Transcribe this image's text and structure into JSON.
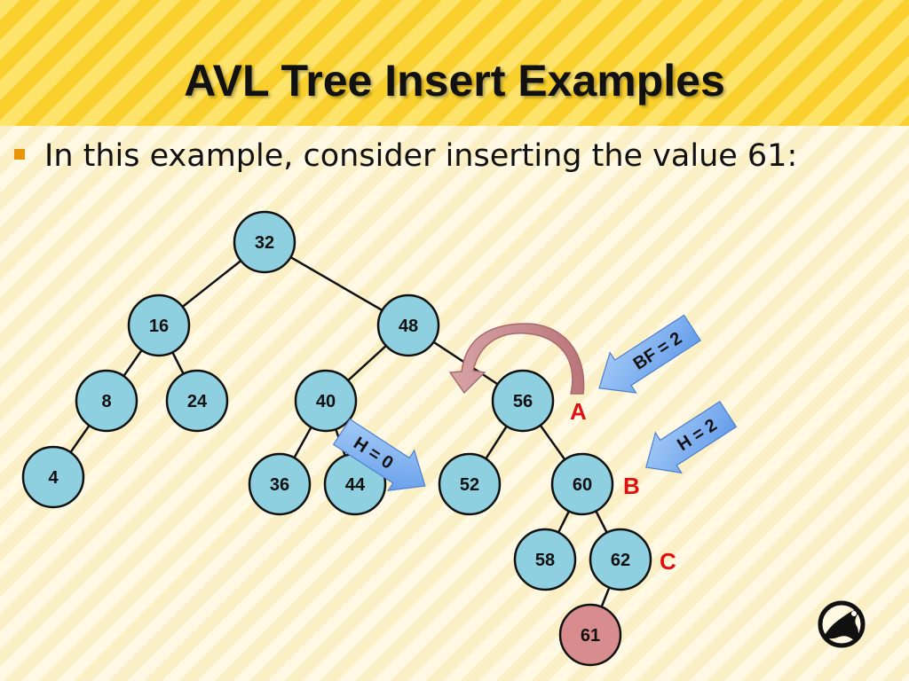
{
  "slide": {
    "title": "AVL Tree Insert Examples",
    "bullet": "In this example, consider inserting the value 61:"
  },
  "tree": {
    "nodes": [
      {
        "id": "n32",
        "label": "32",
        "highlight": false
      },
      {
        "id": "n16",
        "label": "16",
        "highlight": false
      },
      {
        "id": "n48",
        "label": "48",
        "highlight": false
      },
      {
        "id": "n8",
        "label": "8",
        "highlight": false
      },
      {
        "id": "n24",
        "label": "24",
        "highlight": false
      },
      {
        "id": "n40",
        "label": "40",
        "highlight": false
      },
      {
        "id": "n56",
        "label": "56",
        "highlight": false
      },
      {
        "id": "n4",
        "label": "4",
        "highlight": false
      },
      {
        "id": "n36",
        "label": "36",
        "highlight": false
      },
      {
        "id": "n44",
        "label": "44",
        "highlight": false
      },
      {
        "id": "n52",
        "label": "52",
        "highlight": false
      },
      {
        "id": "n60",
        "label": "60",
        "highlight": false
      },
      {
        "id": "n58",
        "label": "58",
        "highlight": false
      },
      {
        "id": "n62",
        "label": "62",
        "highlight": false
      },
      {
        "id": "n61",
        "label": "61",
        "highlight": true
      }
    ],
    "edges": [
      [
        "n32",
        "n16"
      ],
      [
        "n32",
        "n48"
      ],
      [
        "n16",
        "n8"
      ],
      [
        "n16",
        "n24"
      ],
      [
        "n48",
        "n40"
      ],
      [
        "n48",
        "n56"
      ],
      [
        "n8",
        "n4"
      ],
      [
        "n40",
        "n36"
      ],
      [
        "n40",
        "n44"
      ],
      [
        "n56",
        "n52"
      ],
      [
        "n56",
        "n60"
      ],
      [
        "n60",
        "n58"
      ],
      [
        "n60",
        "n62"
      ],
      [
        "n62",
        "n61"
      ]
    ]
  },
  "labels": {
    "a": "A",
    "b": "B",
    "c": "C"
  },
  "callouts": {
    "bf": "BF = 2",
    "h2": "H = 2",
    "h0": "H = 0"
  },
  "colors": {
    "node_fill": "#8ecfe0",
    "new_node_fill": "#d98c8e",
    "label_red": "#e01010",
    "callout_blue": "#7aaef0",
    "rotation_arrow": "#c98b8e",
    "accent_orange": "#e8940a"
  }
}
